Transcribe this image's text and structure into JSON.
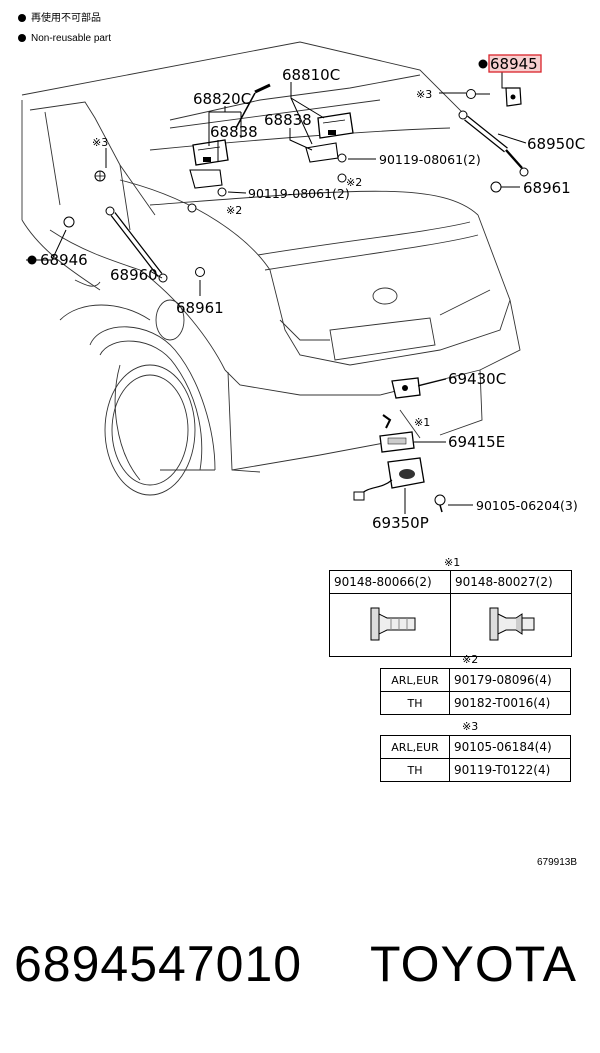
{
  "legend": {
    "reusable": "再使用不可部品",
    "non_reusable": "Non-reusable part"
  },
  "parts": {
    "p68945": "68945",
    "p68810c": "68810C",
    "p68820c": "68820C",
    "p68838a": "68838",
    "p68838b": "68838",
    "p68950c": "68950C",
    "p90119a": "90119-08061(2)",
    "p90119b": "90119-08061(2)",
    "p68961a": "68961",
    "p68961b": "68961",
    "p68946": "68946",
    "p68960": "68960",
    "p69430c": "69430C",
    "p69415e": "69415E",
    "p69350p": "69350P",
    "p90105a": "90105-06204(3)"
  },
  "markers": {
    "m1": "※1",
    "m2": "※2",
    "m3": "※3",
    "m2a": "※2",
    "m2b": "※2",
    "m3a": "※3",
    "m3b": "※3"
  },
  "table1": {
    "label": "※1",
    "col1": "90148-80066(2)",
    "col2": "90148-80027(2)"
  },
  "table2": {
    "label": "※2",
    "rows": [
      {
        "region": "ARL,EUR",
        "part": "90179-08096(4)"
      },
      {
        "region": "TH",
        "part": "90182-T0016(4)"
      }
    ]
  },
  "table3": {
    "label": "※3",
    "rows": [
      {
        "region": "ARL,EUR",
        "part": "90105-06184(4)"
      },
      {
        "region": "TH",
        "part": "90119-T0122(4)"
      }
    ]
  },
  "diagram_code": "679913B",
  "footer": {
    "part_number": "6894547010",
    "brand": "TOYOTA"
  }
}
